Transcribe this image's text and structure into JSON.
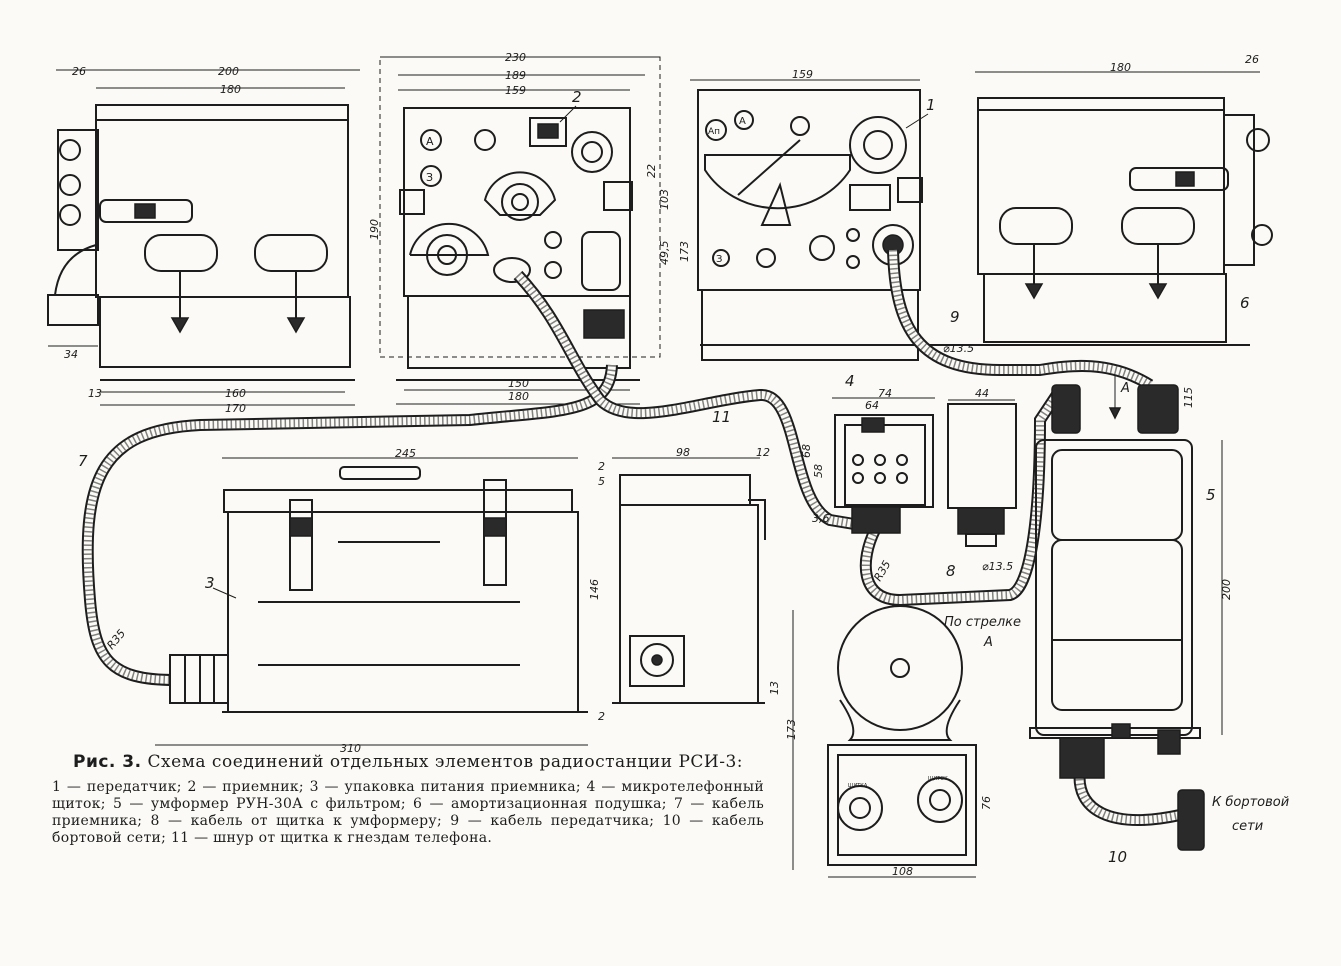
{
  "figure": {
    "fig_label": "Рис. 3.",
    "title": "Схема соединений отдельных элементов радиостанции РСИ-3:",
    "legend_text": "1 — передатчик; 2 — приемник; 3 — упаковка питания приемника; 4 — микротелефонный щиток; 5 — умформер РУН-30А с фильтром; 6 — амортизационная подушка; 7 — кабель приемника; 8 — кабель от щитка к умформеру; 9 — кабель передатчика; 10 — кабель бортовой сети; 11 — шнур от щитка к гнездам телефона.",
    "callouts": {
      "n1": "1",
      "n2": "2",
      "n3": "3",
      "n4": "4",
      "n5": "5",
      "n6": "6",
      "n7": "7",
      "n8": "8",
      "n9": "9",
      "n10": "10",
      "n11": "11"
    },
    "annotations": {
      "arrow_a": "А",
      "view_arrow": "По стрелке",
      "view_arrow_letter": "А",
      "to_network_1": "К бортовой",
      "to_network_2": "сети"
    },
    "dimensions": {
      "d1_top_left": "26",
      "d1_200": "200",
      "d1_180": "180",
      "d1_34": "34",
      "d1_13": "13",
      "d1_160": "160",
      "d1_170": "170",
      "d2_230": "230",
      "d2_189": "189",
      "d2_159": "159",
      "d2_190": "190",
      "d2_22": "22",
      "d2_103": "103",
      "d2_49_5": "49,5",
      "d2_150": "150",
      "d2_180": "180",
      "d3_159": "159",
      "d3_173": "173",
      "d4_180": "180",
      "d4_26": "26",
      "d_cable9": "⌀13.5",
      "d_cable8": "⌀13.5",
      "d_115": "115",
      "d_64": "64",
      "d_74": "74",
      "d_44": "44",
      "d_68": "68",
      "d_58": "58",
      "d_3_6": "3,6",
      "d_r35_a": "R35",
      "d_r35_b": "R35",
      "d_245": "245",
      "d_146": "146",
      "d_310": "310",
      "d_2a": "2",
      "d_2b": "2",
      "d_5": "5",
      "d_98": "98",
      "d_12": "12",
      "d_13": "13",
      "d_200_v": "200",
      "d_173_v": "173",
      "d_76": "76",
      "d_108": "108"
    },
    "panel_marks": {
      "a1": "А",
      "z1": "З",
      "a2": "А",
      "ap": "Ап",
      "z2": "З"
    },
    "connector_marks": {
      "c1": "ЩИТКА",
      "c2": "ЩИТОК"
    }
  }
}
